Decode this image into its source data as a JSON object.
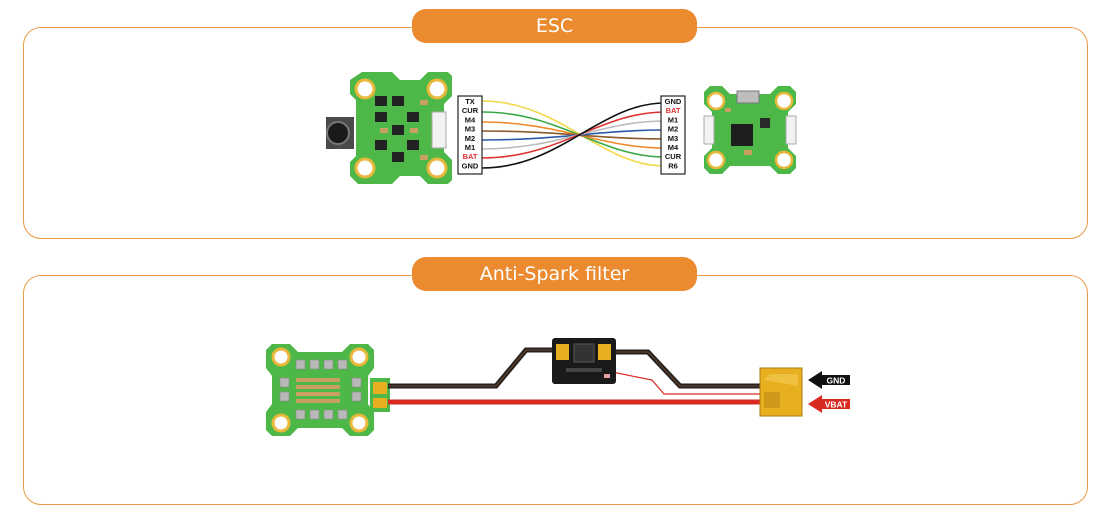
{
  "sections": {
    "esc": {
      "title": "ESC"
    },
    "filter": {
      "title": "Anti-Spark filter"
    }
  },
  "esc_diagram": {
    "left_pins": [
      "TX",
      "CUR",
      "M4",
      "M3",
      "M2",
      "M1",
      "BAT",
      "GND"
    ],
    "right_pins": [
      "GND",
      "BAT",
      "M1",
      "M2",
      "M3",
      "M4",
      "CUR",
      "R6"
    ],
    "red_label": "BAT",
    "wire_colors": {
      "TX": "#f2d84a",
      "CUR": "#3aa845",
      "M4": "#f08a2a",
      "M3": "#8a5a2b",
      "M2": "#2d5aa8",
      "M1": "#bcbcbc",
      "BAT": "#e03030",
      "GND": "#111111"
    }
  },
  "filter_diagram": {
    "gnd_label": "GND",
    "vbat_label": "VBAT"
  },
  "colors": {
    "accent": "#ec8a2f",
    "panel_border": "#ec9a45",
    "pcb_green": "#4db848",
    "connector_yellow": "#e8b020",
    "red": "#d82a20"
  }
}
